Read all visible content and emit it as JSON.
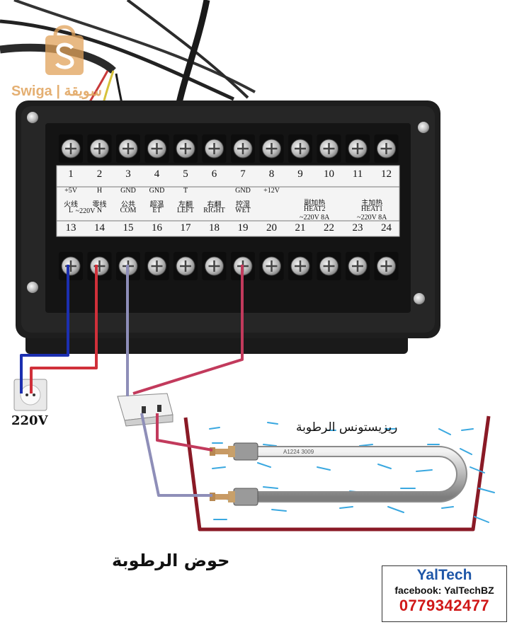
{
  "watermark": {
    "text": "Swiga | سويقة"
  },
  "title": "حوض الرطوبة",
  "outlet_label": "220V",
  "resistor_label": "ريزيستونس الرطوبة",
  "resistor_marking": "A1224 3009",
  "brand": {
    "name": "YalTech",
    "facebook": "facebook: YalTechBZ",
    "phone": "0779342477"
  },
  "terminals_top": [
    {
      "num": "1",
      "label": "+5V",
      "label_cn": ""
    },
    {
      "num": "2",
      "label": "H",
      "label_cn": ""
    },
    {
      "num": "3",
      "label": "GND",
      "label_cn": ""
    },
    {
      "num": "4",
      "label": "GND",
      "label_cn": ""
    },
    {
      "num": "5",
      "label": "T",
      "label_cn": ""
    },
    {
      "num": "6",
      "label": "",
      "label_cn": ""
    },
    {
      "num": "7",
      "label": "GND",
      "label_cn": ""
    },
    {
      "num": "8",
      "label": "+12V",
      "label_cn": ""
    },
    {
      "num": "9",
      "label": "",
      "label_cn": ""
    },
    {
      "num": "10",
      "label": "",
      "label_cn": ""
    },
    {
      "num": "11",
      "label": "",
      "label_cn": ""
    },
    {
      "num": "12",
      "label": "",
      "label_cn": ""
    }
  ],
  "terminals_bottom": [
    {
      "num": "13",
      "label": "L",
      "label_cn": "火线"
    },
    {
      "num": "14",
      "label": "N",
      "label_cn": "零线"
    },
    {
      "num": "15",
      "label": "COM",
      "label_cn": "公共"
    },
    {
      "num": "16",
      "label": "ET",
      "label_cn": "超温"
    },
    {
      "num": "17",
      "label": "LEFT",
      "label_cn": "左翻"
    },
    {
      "num": "18",
      "label": "RIGHT",
      "label_cn": "右翻"
    },
    {
      "num": "19",
      "label": "WET",
      "label_cn": "控湿"
    },
    {
      "num": "20",
      "label": "",
      "label_cn": ""
    },
    {
      "num": "21",
      "label": "",
      "label_cn": ""
    },
    {
      "num": "22",
      "label": "",
      "label_cn": ""
    },
    {
      "num": "23",
      "label": "",
      "label_cn": ""
    },
    {
      "num": "24",
      "label": "",
      "label_cn": ""
    }
  ],
  "heater_labels": [
    {
      "cn": "副加热",
      "name": "HEAT2",
      "rating": "~220V 8A"
    },
    {
      "cn": "主加热",
      "name": "HEAT1",
      "rating": "~220V 8A"
    }
  ],
  "supply_note": "~220V",
  "colors": {
    "live_wire": "#1c2fb0",
    "neutral_wire": "#d0303a",
    "com_wire": "#8e8eb8",
    "wet_wire": "#c23a5c",
    "tank": "#8a1a26",
    "water_marks": "#3aa8e0"
  }
}
